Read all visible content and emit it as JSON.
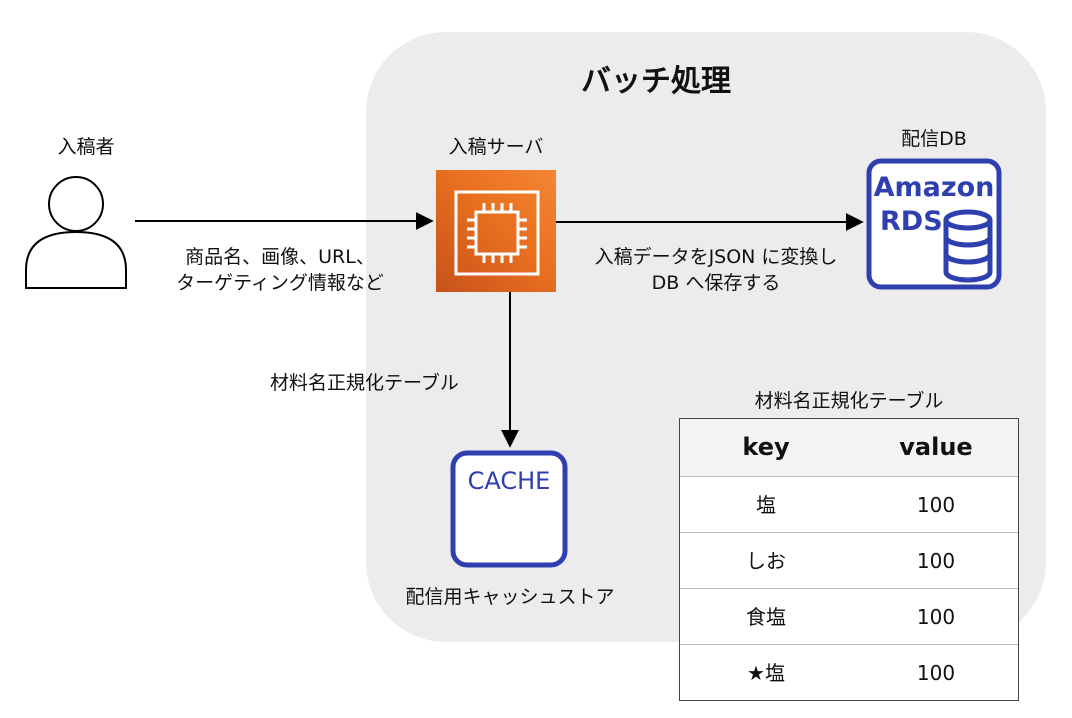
{
  "group": {
    "title": "バッチ処理"
  },
  "actors": {
    "submitter": {
      "label": "入稿者",
      "icon": "user-icon"
    }
  },
  "nodes": {
    "submit_server": {
      "label": "入稿サーバ",
      "icon": "ec2-instance-icon",
      "color": "#e8701f"
    },
    "delivery_db": {
      "label": "配信DB",
      "icon_text": [
        "Amazon",
        "RDS"
      ],
      "icon": "database-icon",
      "color": "#2e3fb0"
    },
    "cache": {
      "label": "配信用キャッシュストア",
      "icon_text": "CACHE",
      "icon": "cache-icon",
      "color": "#2e3fb0"
    }
  },
  "edges": {
    "submitter_to_server": {
      "lines": [
        "商品名、画像、URL、",
        "ターゲティング情報など"
      ]
    },
    "server_to_db": {
      "lines": [
        "入稿データをJSON に変換し",
        "DB へ保存する"
      ]
    },
    "server_to_cache": {
      "label": "材料名正規化テーブル"
    }
  },
  "table": {
    "caption": "材料名正規化テーブル",
    "headers": [
      "key",
      "value"
    ],
    "rows": [
      [
        "塩",
        "100"
      ],
      [
        "しお",
        "100"
      ],
      [
        "食塩",
        "100"
      ],
      [
        "★塩",
        "100"
      ]
    ]
  }
}
